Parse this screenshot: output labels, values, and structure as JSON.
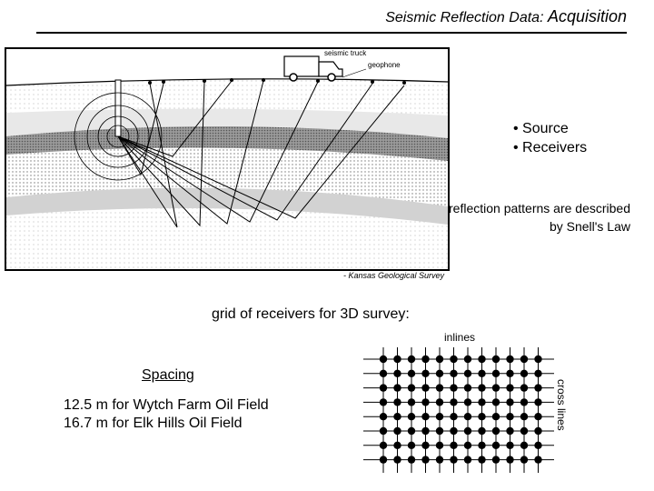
{
  "header": {
    "title_main": "Seismic Reflection Data: ",
    "title_sub": "Acquisition"
  },
  "figure": {
    "truck_label": "seismic truck",
    "geophone_label": "geophone",
    "credit": "- Kansas Geological Survey"
  },
  "bullets": [
    "• Source",
    "• Receivers"
  ],
  "snell_text": "reflection patterns are described by Snell's Law",
  "grid": {
    "caption": "grid of receivers for 3D survey:",
    "inlines_label": "inlines",
    "crosslines_label": "cross lines",
    "columns": 12,
    "rows": 8
  },
  "spacing": {
    "title": "Spacing",
    "lines": [
      "12.5 m for Wytch Farm Oil Field",
      "16.7 m for Elk Hills Oil Field"
    ]
  }
}
